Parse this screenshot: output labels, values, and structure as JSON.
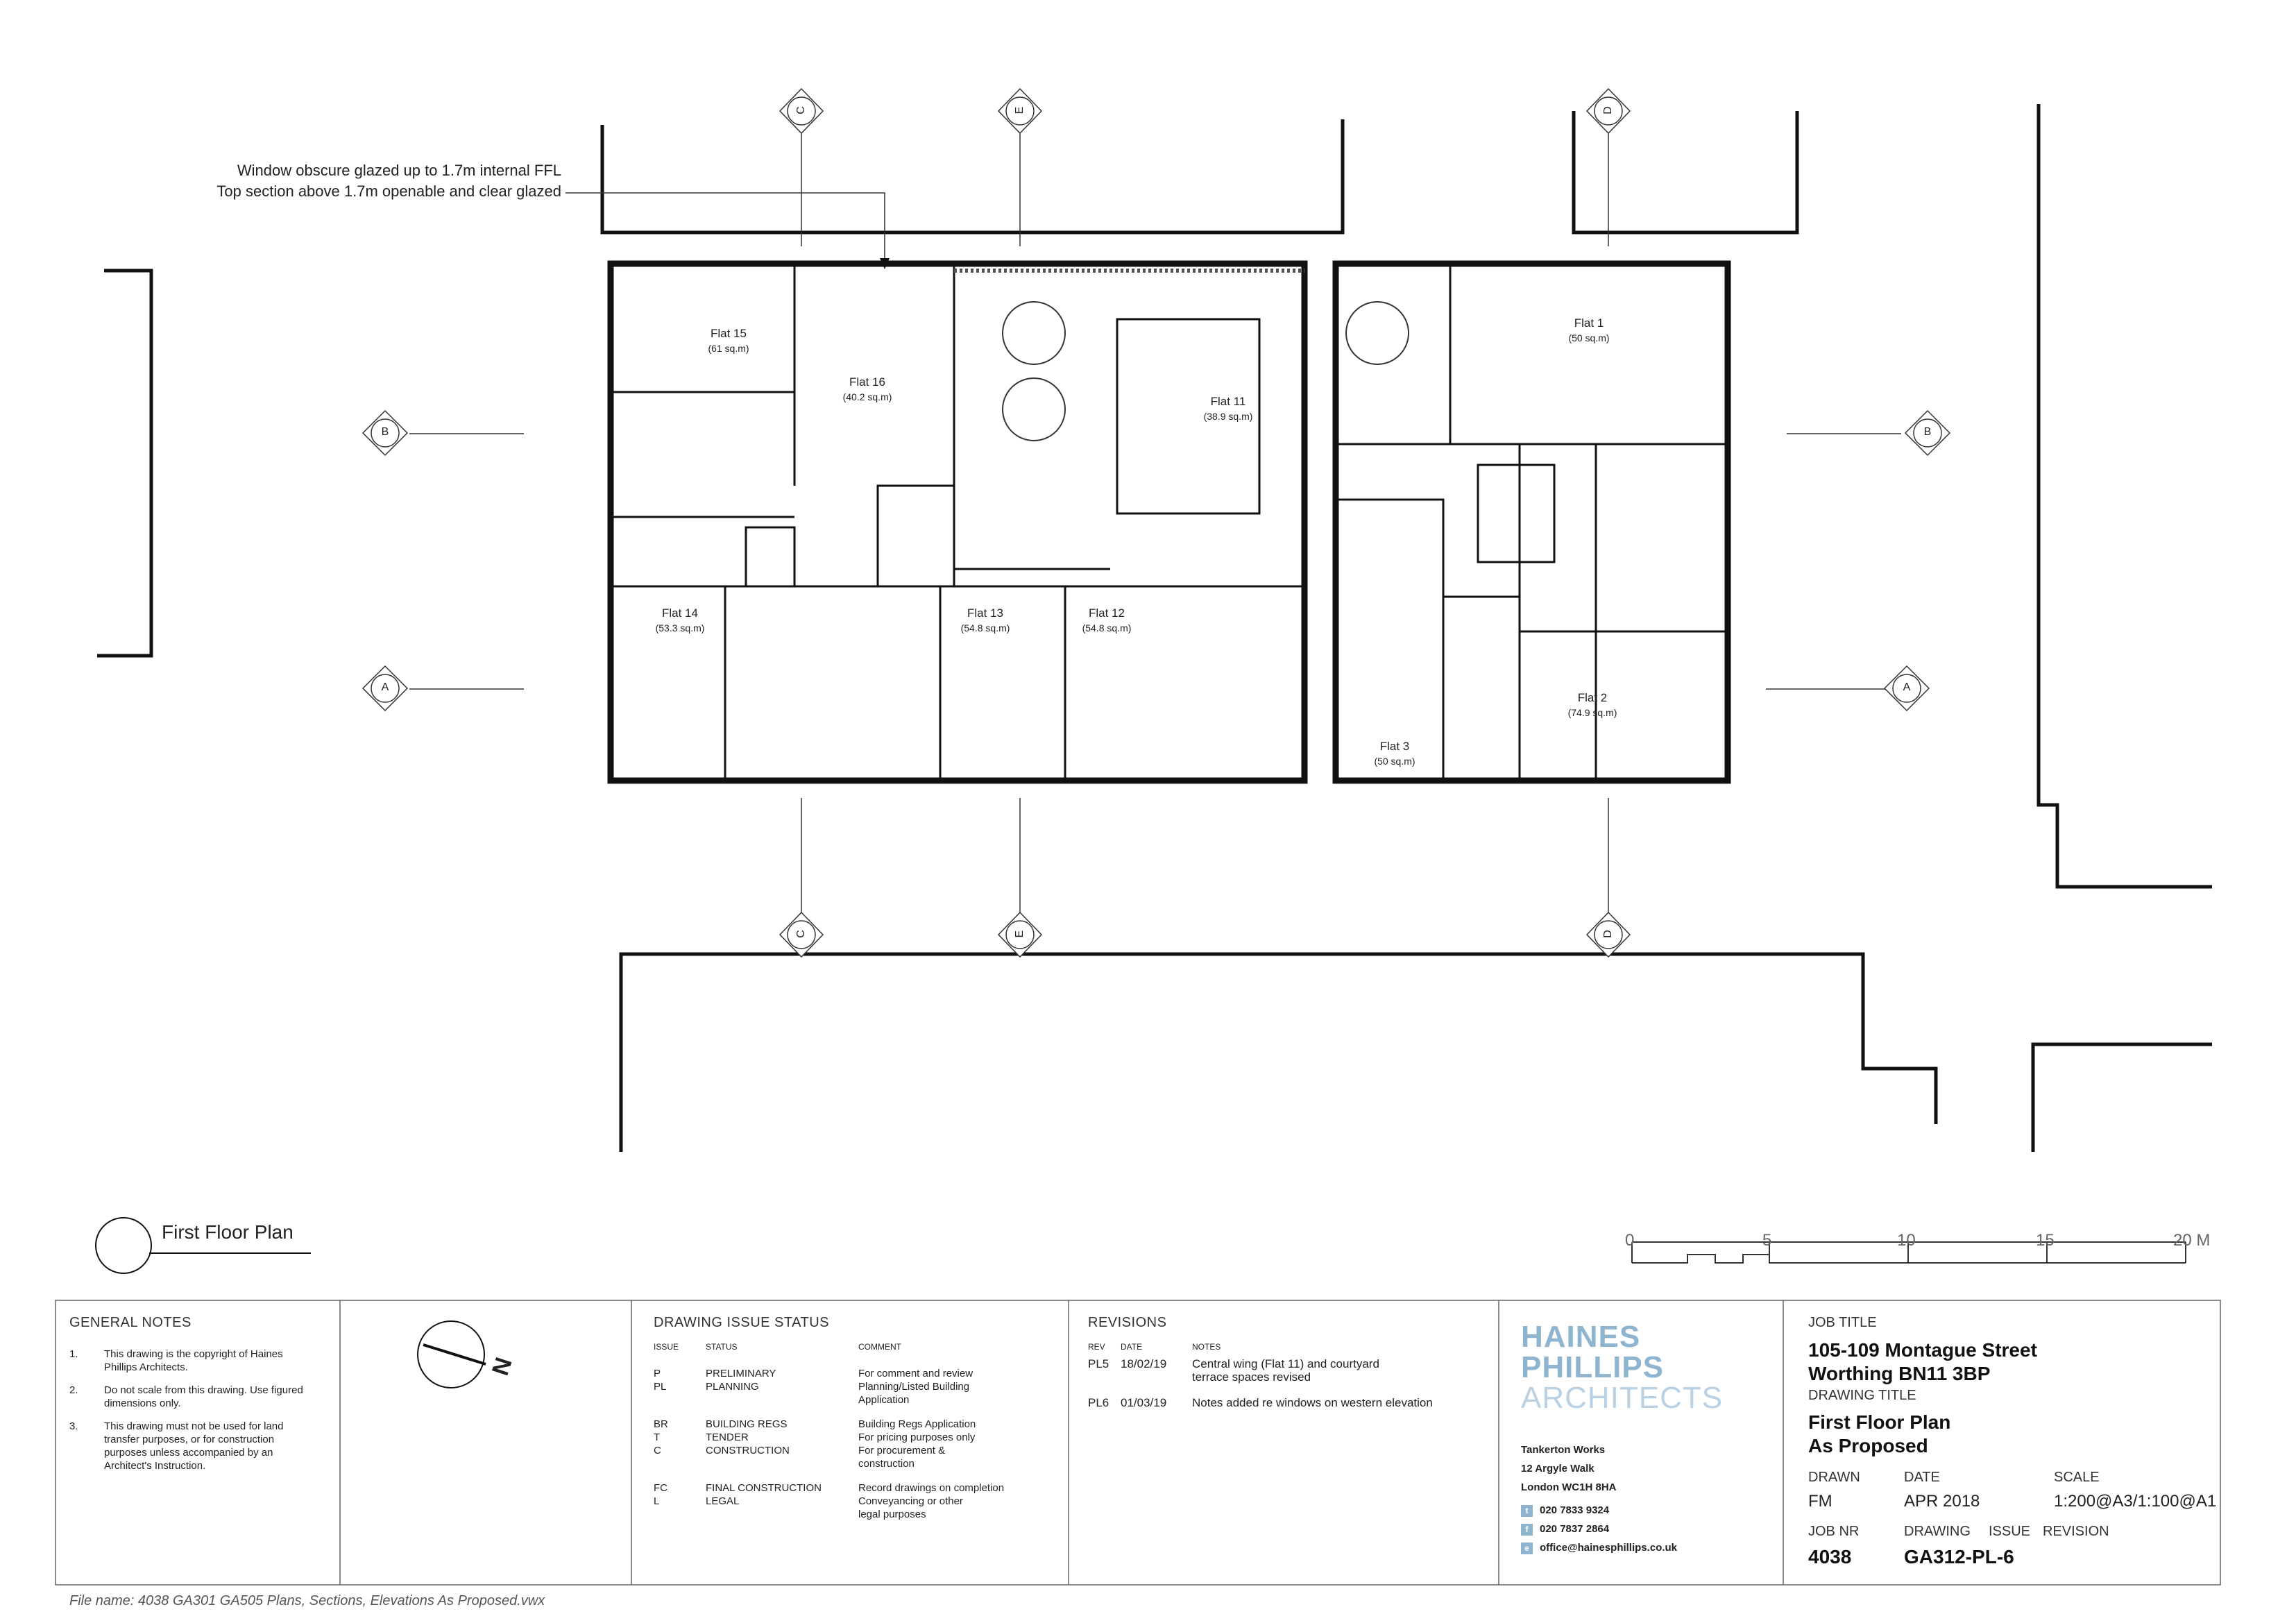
{
  "callout": {
    "line1": "Window obscure glazed up to 1.7m internal FFL",
    "line2": "Top section above 1.7m openable and clear glazed"
  },
  "flats": [
    {
      "name": "Flat 15",
      "area": "(61 sq.m)"
    },
    {
      "name": "Flat 16",
      "area": "(40.2 sq.m)"
    },
    {
      "name": "Flat 11",
      "area": "(38.9 sq.m)"
    },
    {
      "name": "Flat 1",
      "area": "(50 sq.m)"
    },
    {
      "name": "Flat 14",
      "area": "(53.3 sq.m)"
    },
    {
      "name": "Flat 13",
      "area": "(54.8 sq.m)"
    },
    {
      "name": "Flat 12",
      "area": "(54.8 sq.m)"
    },
    {
      "name": "Flat 2",
      "area": "(74.9 sq.m)"
    },
    {
      "name": "Flat 3",
      "area": "(50 sq.m)"
    }
  ],
  "grid_labels": {
    "top_c": "C",
    "top_e": "E",
    "top_d": "D",
    "left_b": "B",
    "right_b": "B",
    "left_a": "A",
    "right_a": "A",
    "bottom_c": "C",
    "bottom_e": "E",
    "bottom_d": "D"
  },
  "plan_title": "First Floor Plan",
  "scale_bar": {
    "ticks": [
      "0",
      "5",
      "10",
      "15",
      "20 M"
    ]
  },
  "general_notes": {
    "heading": "GENERAL NOTES",
    "items": [
      {
        "num": "1.",
        "text": "This drawing is the copyright of Haines Phillips Architects."
      },
      {
        "num": "2.",
        "text": "Do not scale from this drawing. Use figured dimensions only."
      },
      {
        "num": "3.",
        "text": "This drawing must not be used for land transfer purposes, or for construction purposes unless accompanied by an Architect's Instruction."
      }
    ]
  },
  "north_label": "N",
  "issue_status": {
    "heading": "DRAWING ISSUE STATUS",
    "col_issue": "ISSUE",
    "col_status": "STATUS",
    "col_comment": "COMMENT",
    "rows": [
      {
        "issue": "P",
        "status": "PRELIMINARY",
        "comment": "For comment and review"
      },
      {
        "issue": "PL",
        "status": "PLANNING",
        "comment": "Planning/Listed Building"
      },
      {
        "issue": "",
        "status": "",
        "comment": "Application"
      },
      {
        "issue": "BR",
        "status": "BUILDING REGS",
        "comment": "Building Regs Application"
      },
      {
        "issue": "T",
        "status": "TENDER",
        "comment": "For pricing purposes only"
      },
      {
        "issue": "C",
        "status": "CONSTRUCTION",
        "comment": "For procurement &"
      },
      {
        "issue": "",
        "status": "",
        "comment": "construction"
      },
      {
        "issue": "FC",
        "status": "FINAL CONSTRUCTION",
        "comment": "Record drawings on completion"
      },
      {
        "issue": "L",
        "status": "LEGAL",
        "comment": "Conveyancing or other"
      },
      {
        "issue": "",
        "status": "",
        "comment": "legal purposes"
      }
    ]
  },
  "revisions": {
    "heading": "REVISIONS",
    "col_rev": "REV",
    "col_date": "DATE",
    "col_notes": "NOTES",
    "rows": [
      {
        "rev": "PL5",
        "date": "18/02/19",
        "notes1": "Central wing (Flat 11) and courtyard",
        "notes2": "terrace spaces revised"
      },
      {
        "rev": "PL6",
        "date": "01/03/19",
        "notes1": "Notes added re windows on western elevation",
        "notes2": ""
      }
    ]
  },
  "logo": {
    "line1": "HAINES",
    "line2": "PHILLIPS",
    "line3": "ARCHITECTS",
    "color": "#8fb4cf"
  },
  "address": {
    "line1": "Tankerton Works",
    "line2": "12 Argyle Walk",
    "line3": "London WC1H 8HA",
    "tel": "020 7833 9324",
    "fax": "020 7837 2864",
    "email": "office@hainesphillips.co.uk",
    "tel_icon": "t",
    "fax_icon": "f",
    "email_icon": "e"
  },
  "title_block": {
    "job_title_label": "JOB TITLE",
    "job_title_1": "105-109 Montague Street",
    "job_title_2": "Worthing BN11 3BP",
    "drawing_title_label": "DRAWING TITLE",
    "drawing_title_1": "First Floor Plan",
    "drawing_title_2": "As Proposed",
    "drawn_label": "DRAWN",
    "date_label": "DATE",
    "scale_label": "SCALE",
    "drawn": "FM",
    "date": "APR 2018",
    "scale": "1:200@A3/1:100@A1",
    "job_nr_label": "JOB NR",
    "drawing_label": "DRAWING",
    "issue_label": "ISSUE",
    "revision_label": "REVISION",
    "job_nr": "4038",
    "drawing_no": "GA312-PL-6"
  },
  "file_name": "File name: 4038 GA301 GA505 Plans, Sections, Elevations  As Proposed.vwx"
}
